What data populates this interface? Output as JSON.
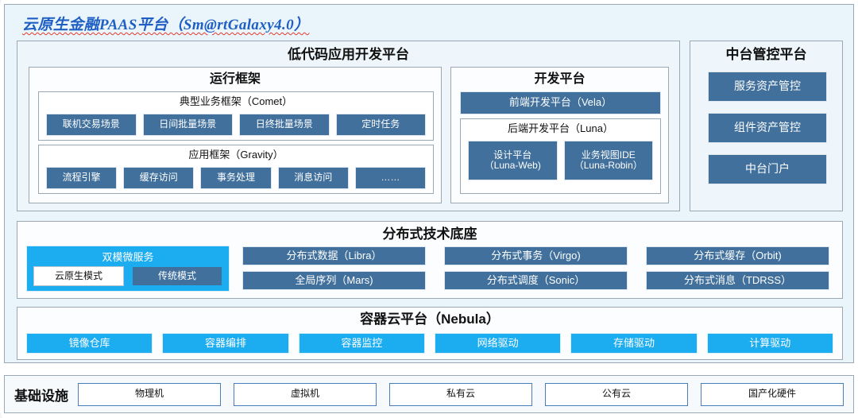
{
  "title": "云原生金融PAAS平台（Sm@rtGalaxy4.0）",
  "lowcode": {
    "title": "低代码应用开发平台",
    "runtime": {
      "title": "运行框架",
      "comet": {
        "title": "典型业务框架（Comet）",
        "items": [
          "联机交易场景",
          "日间批量场景",
          "日终批量场景",
          "定时任务"
        ]
      },
      "gravity": {
        "title": "应用框架（Gravity）",
        "items": [
          "流程引擎",
          "缓存访问",
          "事务处理",
          "消息访问",
          "……"
        ]
      }
    },
    "dev": {
      "title": "开发平台",
      "frontend": "前端开发平台（Vela）",
      "backend": {
        "title": "后端开发平台（Luna）",
        "items": [
          "设计平台\n（Luna-Web)",
          "业务视图IDE\n（Luna-Robin）"
        ]
      }
    }
  },
  "midoffice": {
    "title": "中台管控平台",
    "items": [
      "服务资产管控",
      "组件资产管控",
      "中台门户"
    ]
  },
  "distributed": {
    "title": "分布式技术底座",
    "dualmode": {
      "title": "双模微服务",
      "cloudnative": "云原生模式",
      "traditional": "传统模式"
    },
    "columns": [
      [
        "分布式数据（Libra）",
        "全局序列（Mars)"
      ],
      [
        "分布式事务（Virgo)",
        "分布式调度（Sonic）"
      ],
      [
        "分布式缓存（Orbit)",
        "分布式消息（TDRSS）"
      ]
    ]
  },
  "containercloud": {
    "title": "容器云平台（Nebula）",
    "items": [
      "镜像仓库",
      "容器编排",
      "容器监控",
      "网络驱动",
      "存储驱动",
      "计算驱动"
    ]
  },
  "infrastructure": {
    "label": "基础设施",
    "items": [
      "物理机",
      "虚拟机",
      "私有云",
      "公有云",
      "国产化硬件"
    ]
  },
  "colors": {
    "blue": "#41709c",
    "cyan": "#1cacf0",
    "title_blue": "#1f5fc4",
    "spell_underline": "#e43b2c",
    "panel_bg": "#eaf4fb",
    "border": "#9aa7b4"
  }
}
